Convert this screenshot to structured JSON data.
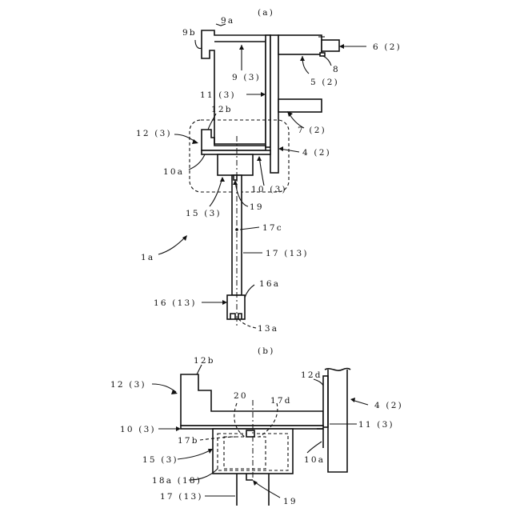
{
  "figure_a": {
    "caption": "(a)",
    "labels": {
      "l9a": "9a",
      "l9b": "9b",
      "l6": "6 (2)",
      "l8": "8",
      "l5": "5 (2)",
      "l9": "9 (3)",
      "l11": "11 (3)",
      "l12b": "12b",
      "l12": "12 (3)",
      "l7": "7 (2)",
      "l4": "4 (2)",
      "l10a": "10a",
      "l10": "10 (3)",
      "l15": "15 (3)",
      "l19": "19",
      "l17c": "17c",
      "l1a": "1a",
      "l17": "17 (13)",
      "l16a": "16a",
      "l16": "16 (13)",
      "l13a": "13a"
    }
  },
  "figure_b": {
    "caption": "(b)",
    "labels": {
      "l12b": "12b",
      "l12d": "12d",
      "l12": "12 (3)",
      "l4": "4 (2)",
      "l20": "20",
      "l17d": "17d",
      "l10": "10 (3)",
      "l11": "11 (3)",
      "l17b": "17b",
      "l10a": "10a",
      "l15": "15 (3)",
      "l18a": "18a (18)",
      "l17": "17 (13)",
      "l19": "19"
    }
  }
}
